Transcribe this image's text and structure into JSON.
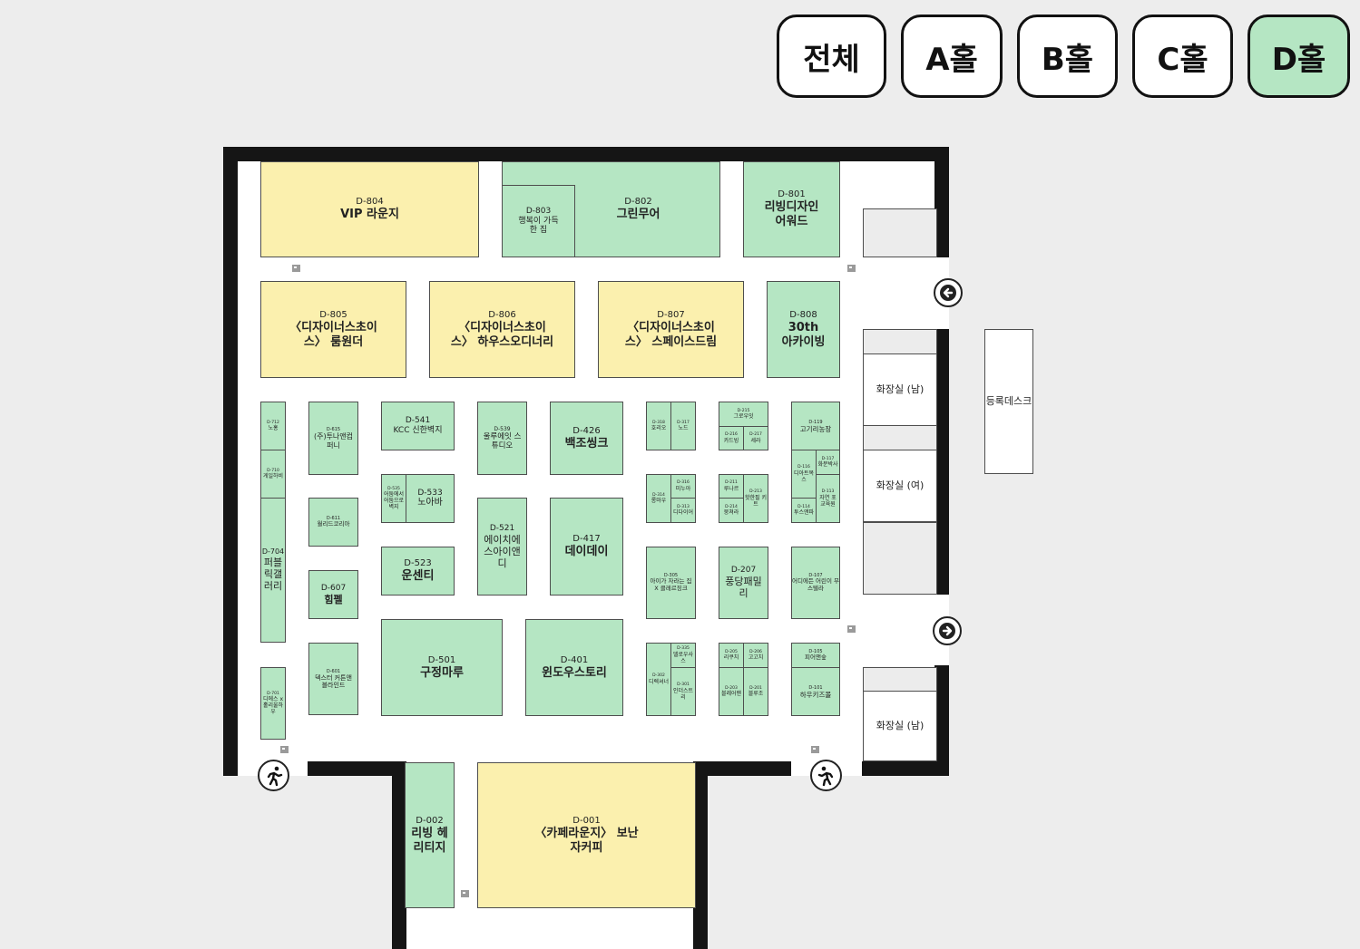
{
  "hall_tabs": [
    {
      "label": "전체",
      "active": false
    },
    {
      "label": "A홀",
      "active": false
    },
    {
      "label": "B홀",
      "active": false
    },
    {
      "label": "C홀",
      "active": false
    },
    {
      "label": "D홀",
      "active": true
    }
  ],
  "colors": {
    "booth_green": "#b5e6c3",
    "booth_yellow": "#fbf0ae",
    "wall": "#151515",
    "active_tab": "#b5e6c3",
    "background": "#ededed"
  },
  "booths": {
    "d804": {
      "code": "D-804",
      "name": "VIP 라운지"
    },
    "d803": {
      "code": "D-803",
      "name": "행복이 가득한 집"
    },
    "d802": {
      "code": "D-802",
      "name": "그린무어"
    },
    "d801": {
      "code": "D-801",
      "name": "리빙디자인 어워드"
    },
    "d805": {
      "code": "D-805",
      "name": "〈디자이너스초이스〉 룸원더"
    },
    "d806": {
      "code": "D-806",
      "name": "〈디자이너스초이스〉 하우스오디너리"
    },
    "d807": {
      "code": "D-807",
      "name": "〈디자이너스초이스〉 스페이스드림"
    },
    "d808": {
      "code": "D-808",
      "name": "30th 아카이빙"
    },
    "d712": {
      "code": "D-712",
      "name": "노홍"
    },
    "d710": {
      "code": "D-710",
      "name": "게일하비"
    },
    "d704": {
      "code": "D-704",
      "name": "퍼블릭갤러리"
    },
    "d701": {
      "code": "D-701",
      "name": "디에스 x 홀리울하우"
    },
    "d615": {
      "code": "D-615",
      "name": "(주)투나앤컴퍼니"
    },
    "d611": {
      "code": "D-611",
      "name": "월리드코리아"
    },
    "d607": {
      "code": "D-607",
      "name": "힘펠"
    },
    "d601": {
      "code": "D-601",
      "name": "덱스터 커튼앤 블라인드"
    },
    "d541": {
      "code": "D-541",
      "name": "KCC 신한벽지"
    },
    "d535": {
      "code": "D-535",
      "name": "어둠에서 어둠으로 벽지"
    },
    "d533": {
      "code": "D-533",
      "name": "노아바"
    },
    "d523": {
      "code": "D-523",
      "name": "운센티"
    },
    "d539": {
      "code": "D-539",
      "name": "울루에잇 스튜디오"
    },
    "d521": {
      "code": "D-521",
      "name": "에이치에스아이앤디"
    },
    "d501": {
      "code": "D-501",
      "name": "구정마루"
    },
    "d426": {
      "code": "D-426",
      "name": "백조씽크"
    },
    "d417": {
      "code": "D-417",
      "name": "데이데이"
    },
    "d401": {
      "code": "D-401",
      "name": "윈도우스토리"
    },
    "d318": {
      "code": "D-318",
      "name": "호리오"
    },
    "d317": {
      "code": "D-317",
      "name": "노드"
    },
    "d314": {
      "code": "D-314",
      "name": "롱마우"
    },
    "d316": {
      "code": "D-316",
      "name": "미누아"
    },
    "d313": {
      "code": "D-313",
      "name": "디다이어"
    },
    "d305": {
      "code": "D-305",
      "name": "아이가 자라는 집 X 클레르징크"
    },
    "d302": {
      "code": "D-302",
      "name": "디렉셔너"
    },
    "d335": {
      "code": "D-335",
      "name": "델로우사스"
    },
    "d301": {
      "code": "D-301",
      "name": "인더스트리"
    },
    "d215": {
      "code": "D-215",
      "name": "그로우잇"
    },
    "d216": {
      "code": "D-216",
      "name": "카드빙"
    },
    "d217": {
      "code": "D-217",
      "name": "세라"
    },
    "d211": {
      "code": "D-211",
      "name": "루나르"
    },
    "d213": {
      "code": "D-213",
      "name": "핫한필 키트"
    },
    "d214": {
      "code": "D-214",
      "name": "뭉쳐라"
    },
    "d207": {
      "code": "D-207",
      "name": "풍당패밀리"
    },
    "d205": {
      "code": "D-205",
      "name": "리쿠치"
    },
    "d206": {
      "code": "D-206",
      "name": "고고치"
    },
    "d203": {
      "code": "D-203",
      "name": "블레어맨"
    },
    "d201": {
      "code": "D-201",
      "name": "블루조"
    },
    "d119": {
      "code": "D-119",
      "name": "고기리농장"
    },
    "d116": {
      "code": "D-116",
      "name": "디아트목스"
    },
    "d117": {
      "code": "D-117",
      "name": "화분박사"
    },
    "d113": {
      "code": "D-113",
      "name": "자연 포 교육원"
    },
    "d114": {
      "code": "D-114",
      "name": "투스앤파"
    },
    "d107": {
      "code": "D-107",
      "name": "어디에든 어린이 무스텔라"
    },
    "d105": {
      "code": "D-105",
      "name": "피어앤숲"
    },
    "d101": {
      "code": "D-101",
      "name": "하우키즈몰"
    },
    "d002": {
      "code": "D-002",
      "name": "리빙 헤리티지"
    },
    "d001": {
      "code": "D-001",
      "name": "〈카페라운지〉 보난자커피"
    }
  },
  "facilities": {
    "restroom_men_1": "화장실 (남)",
    "restroom_women": "화장실 (여)",
    "restroom_men_2": "화장실 (남)",
    "registration_desk": "등록데스크"
  },
  "icons": {
    "entrance_arrow": "arrow-left-icon",
    "exit_arrow": "arrow-right-icon",
    "emergency_exit": "emergency-exit-icon",
    "qr_marker": "qr-icon"
  }
}
